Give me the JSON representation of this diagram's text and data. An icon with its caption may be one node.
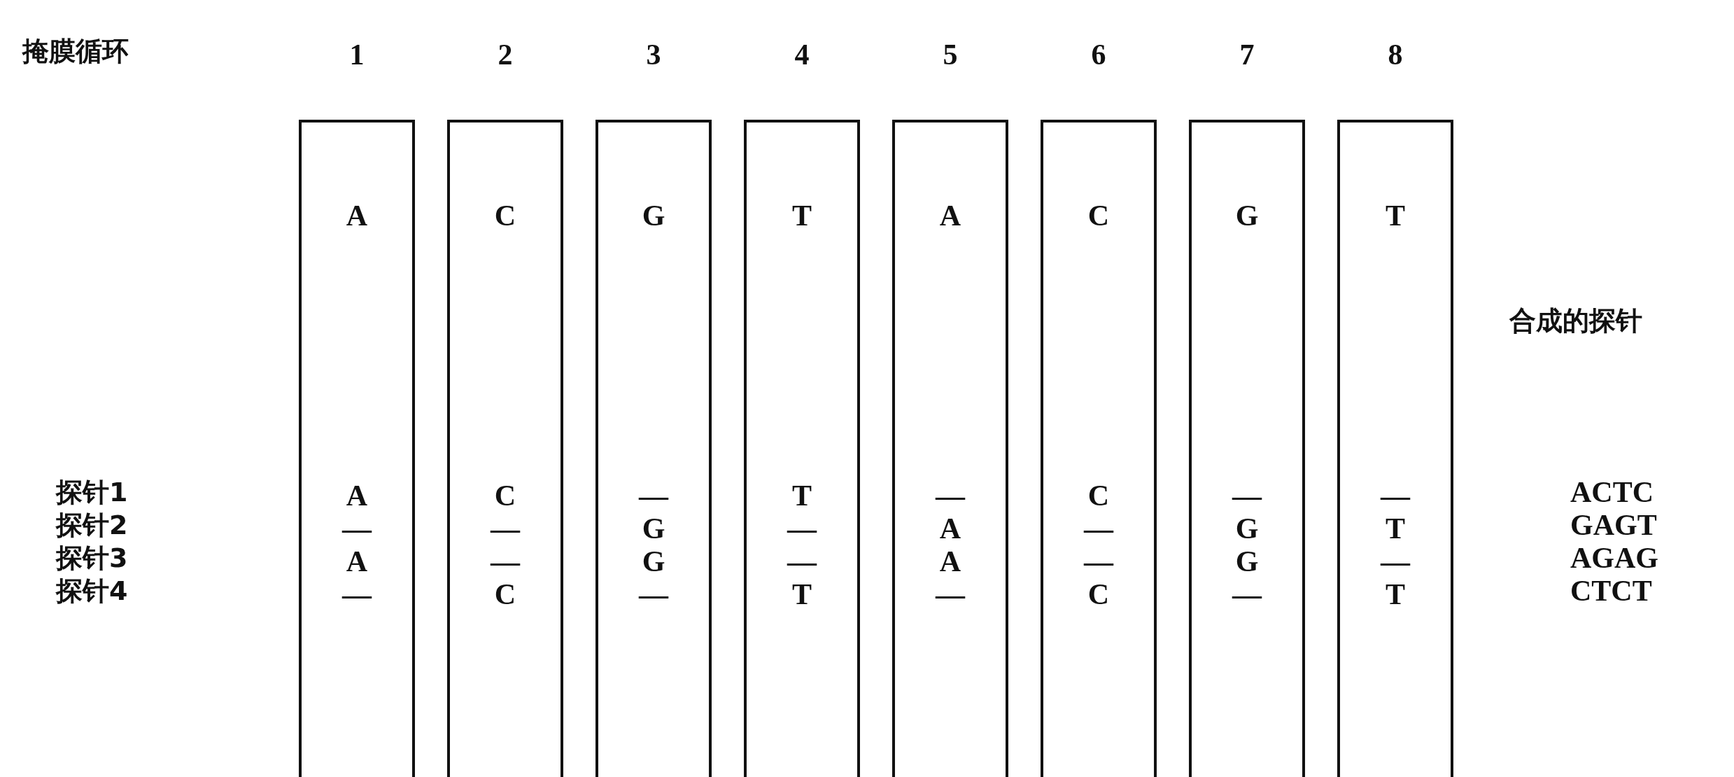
{
  "diagram": {
    "nodes": [
      {
        "text": [
          "A",
          "A",
          "—",
          "A",
          "—"
        ]
      },
      {
        "text": [
          "C",
          "C",
          "—",
          "—",
          "C"
        ]
      },
      {
        "text": [
          "G",
          "—",
          "G",
          "G",
          "—"
        ]
      },
      {
        "text": [
          "T",
          "T",
          "—",
          "—",
          "T"
        ]
      },
      {
        "text": [
          "A",
          "—",
          "A",
          "A",
          "—"
        ]
      },
      {
        "text": [
          "C",
          "C",
          "—",
          "—",
          "C"
        ]
      },
      {
        "text": [
          "G",
          "—",
          "G",
          "G",
          "—"
        ]
      },
      {
        "text": [
          "T",
          "—",
          "T",
          "—",
          "T"
        ]
      }
    ],
    "labels": [
      "掩膜循环",
      "1",
      "2",
      "3",
      "4",
      "5",
      "6",
      "7",
      "8",
      "合成的探针",
      "探针1",
      "ACTC",
      "探针2",
      "GAGT",
      "探针3",
      "AGAG",
      "探针4",
      "CTCT"
    ]
  }
}
